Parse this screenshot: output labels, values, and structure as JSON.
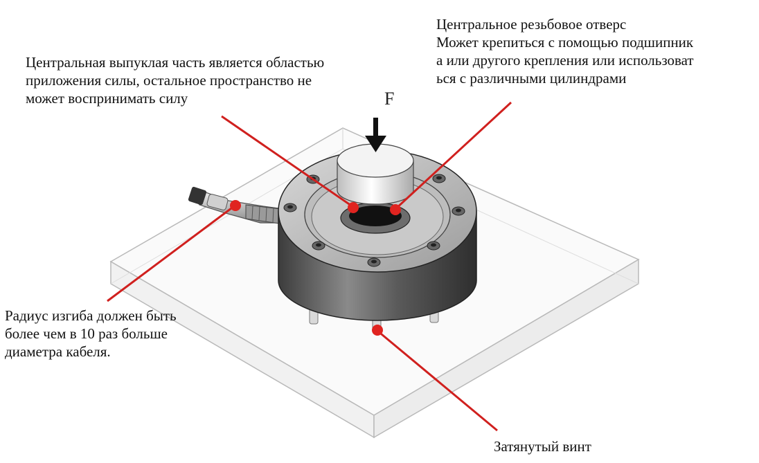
{
  "annotations": {
    "center_force": {
      "lines": [
        "Центральная выпуклая часть является областью",
        "приложения силы, остальное пространство не",
        "может воспринимать силу"
      ]
    },
    "thread_hole": {
      "lines": [
        "Центральное резьбовое отверс",
        "Может крепиться с помощью подшипник",
        "а или другого крепления или использоват",
        "ься с различными цилиндрами"
      ]
    },
    "bend_radius": {
      "lines": [
        "Радиус изгиба должен быть",
        "более чем в 10 раз больше",
        "диаметра кабеля."
      ]
    },
    "screw": {
      "text": "Затянутый винт"
    },
    "force_symbol": "F"
  },
  "colors": {
    "leader_line": "#d0201e",
    "plate_edge": "#bcbcbc",
    "body_dark": "#4a4a4a",
    "body_mid": "#7a7a7a",
    "top_face": "#c8c8c8",
    "button": "#e9e9e9"
  }
}
